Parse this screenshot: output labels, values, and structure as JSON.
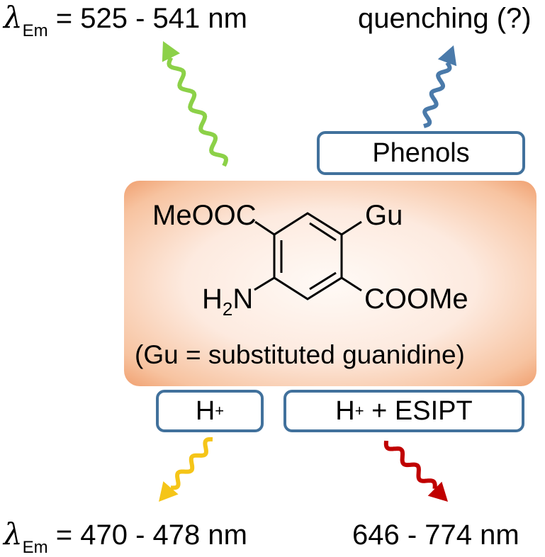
{
  "top_left": {
    "symbol": "λ",
    "subscript": "Em",
    "value": "= 525 - 541 nm",
    "color": "#8cd148"
  },
  "top_right": {
    "text": "quenching (?)",
    "color": "#4a7aaa"
  },
  "bottom_left": {
    "symbol": "λ",
    "subscript": "Em",
    "value": "= 470 - 478 nm",
    "color": "#f5c518"
  },
  "bottom_right": {
    "text": "646 - 774 nm",
    "color": "#c00000"
  },
  "boxes": {
    "phenols": "Phenols",
    "h_plus": "H",
    "h_plus_sup": "+",
    "esipt_h": "H",
    "esipt_sup": "+",
    "esipt_rest": " + ESIPT"
  },
  "molecule": {
    "sub_top_left": "MeOOC",
    "sub_top_right": "Gu",
    "sub_bottom_left_h": "H",
    "sub_bottom_left_2": "2",
    "sub_bottom_left_n": "N",
    "sub_bottom_right": "COOMe",
    "caption": "(Gu = substituted guanidine)"
  }
}
